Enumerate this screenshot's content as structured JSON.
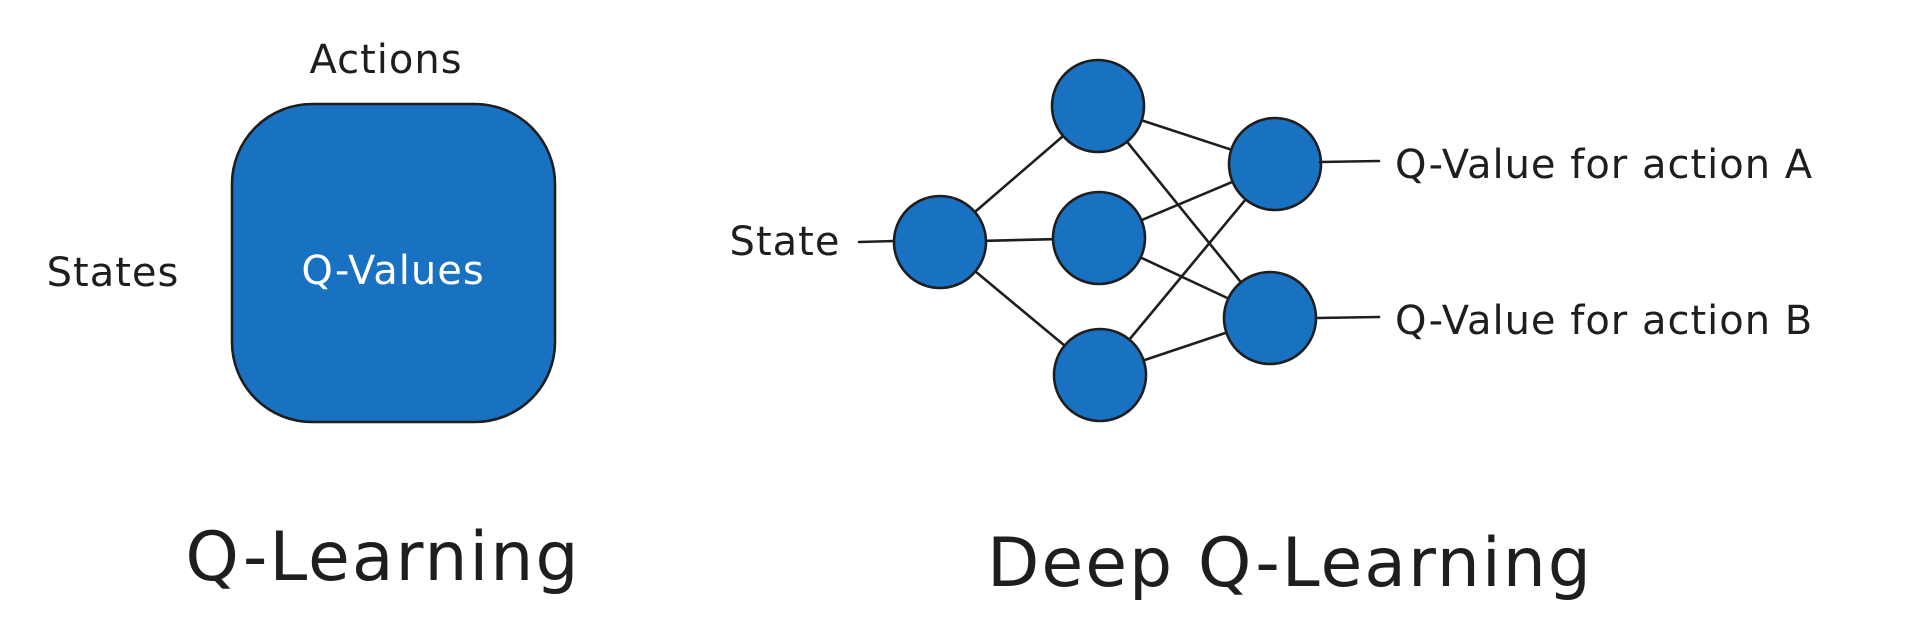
{
  "colors": {
    "fill": "#1971c2",
    "stroke": "#1e1e1e",
    "text": "#1e1e1e",
    "text_on_fill": "#ffffff",
    "background": "#ffffff"
  },
  "q_learning": {
    "title": "Q-Learning",
    "table_label": "Q-Values",
    "row_axis_label": "States",
    "column_axis_label": "Actions"
  },
  "deep_q_learning": {
    "title": "Deep Q-Learning",
    "input_label": "State",
    "network": {
      "layers": [
        {
          "name": "input",
          "size": 1
        },
        {
          "name": "hidden",
          "size": 3
        },
        {
          "name": "output",
          "size": 2
        }
      ],
      "connectivity": "fully-connected"
    },
    "outputs": [
      {
        "label": "Q-Value for action A"
      },
      {
        "label": "Q-Value for action B"
      }
    ]
  }
}
